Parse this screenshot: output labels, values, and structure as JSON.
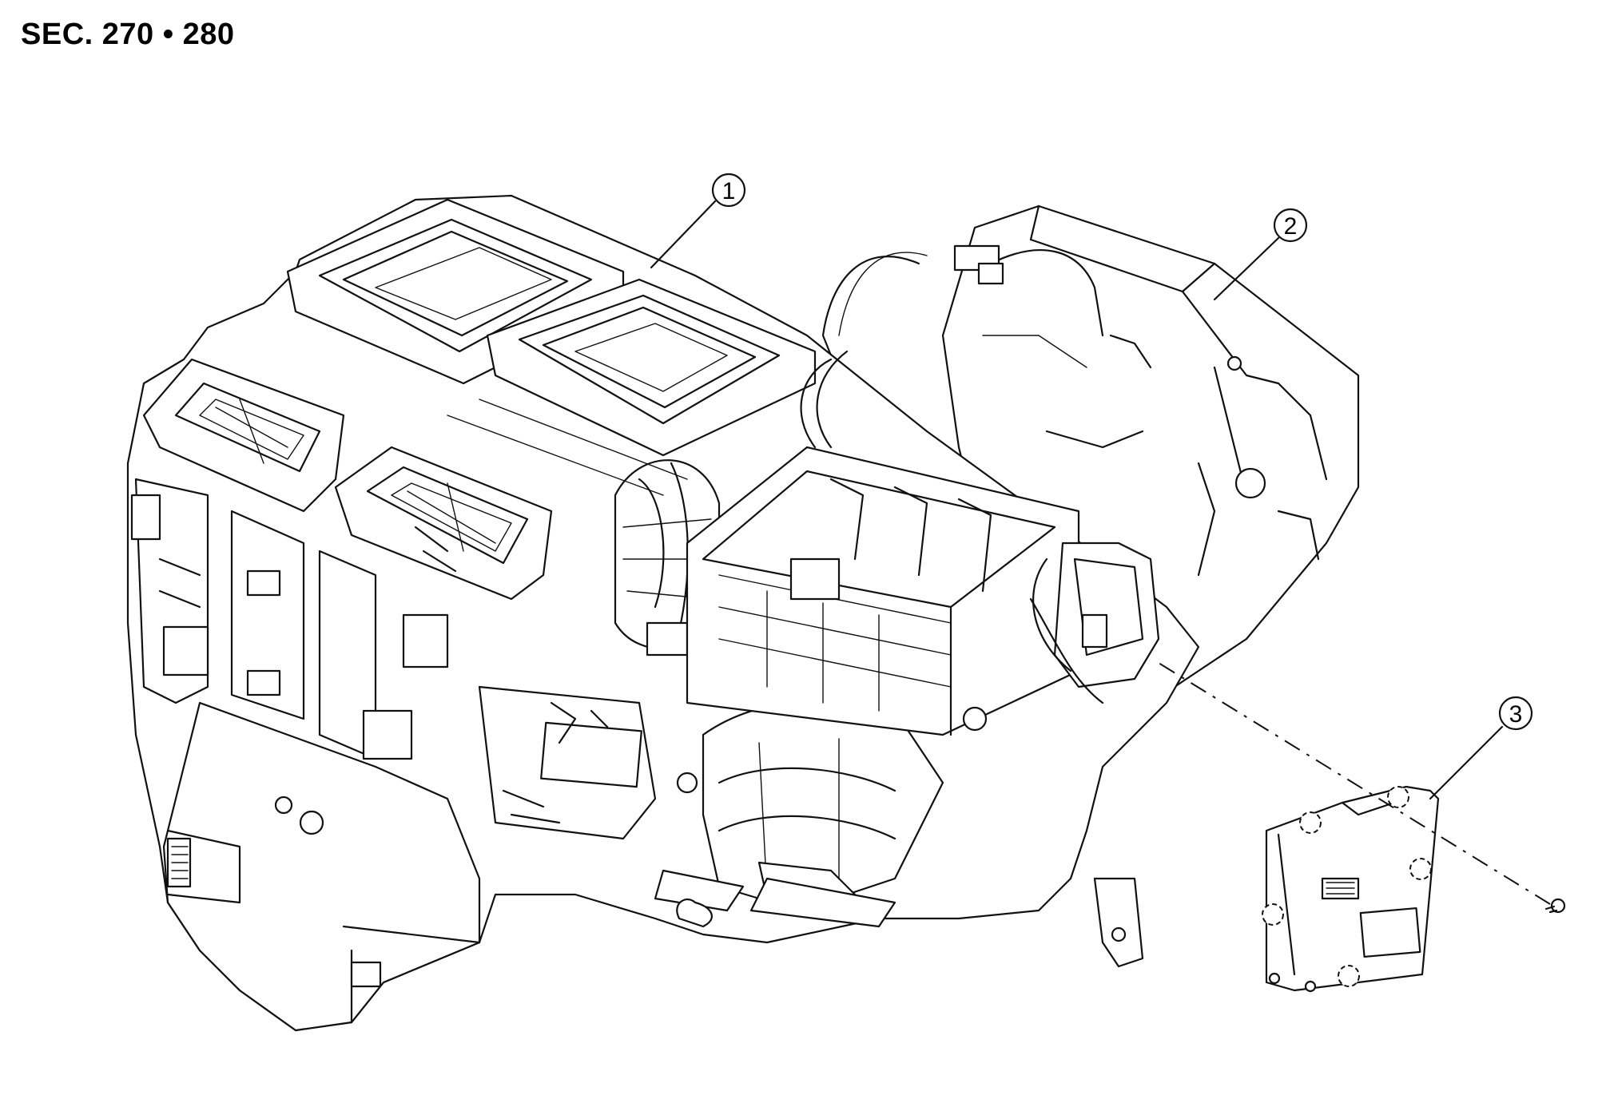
{
  "header": {
    "section_label": "SEC. 270 • 280"
  },
  "callouts": [
    {
      "number": "1"
    },
    {
      "number": "2"
    },
    {
      "number": "3"
    }
  ]
}
